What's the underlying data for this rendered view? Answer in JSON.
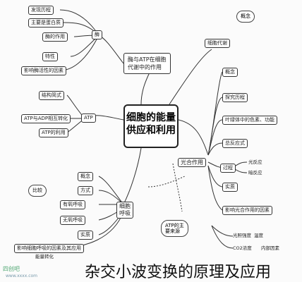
{
  "center": {
    "line1": "细胞的能量",
    "line2": "供应和利用"
  },
  "branches": {
    "enzyme": {
      "label": "酶"
    },
    "atp": {
      "label": "ATP"
    },
    "atp_role": {
      "line1": "酶与ATP在细胞",
      "line2": "代谢中的作用"
    },
    "metabolism": {
      "label": "细胞代谢"
    },
    "concept_top": {
      "label": "概念"
    },
    "photosynthesis": {
      "label": "光合作用"
    },
    "respiration": {
      "line1": "细胞",
      "line2": "呼吸"
    }
  },
  "enzyme_leaves": [
    "发现历程",
    "主要是蛋白质",
    "酶的作用",
    "特性",
    "影响酶活性的因素"
  ],
  "atp_leaves": [
    "结构简式",
    "ATP与ADP相互转化",
    "ATP的利用"
  ],
  "photo_leaves": [
    "概念",
    "探究历程",
    "叶绿体中的色素、功能",
    "总反应式",
    "过程",
    "实质",
    "影响光合作用的因素"
  ],
  "photo_process": [
    "光反应",
    "暗反应"
  ],
  "resp_leaves": [
    "概念",
    "方式",
    "有氧呼吸",
    "无氧呼吸",
    "实质",
    "影响细胞呼吸的因素及其应用"
  ],
  "resp_extra": [
    "能量转化"
  ],
  "compare": {
    "label": "比较"
  },
  "atp_note": {
    "line1": "ATP的主",
    "line2": "要来源"
  },
  "bottom_notes": [
    "光照强度",
    "温度",
    "CO2浓度",
    "内部因素"
  ],
  "caption": "杂交小波变换的原理及应用",
  "watermark": {
    "line1": "四创吧",
    "line2": "www.xxxx.com"
  }
}
